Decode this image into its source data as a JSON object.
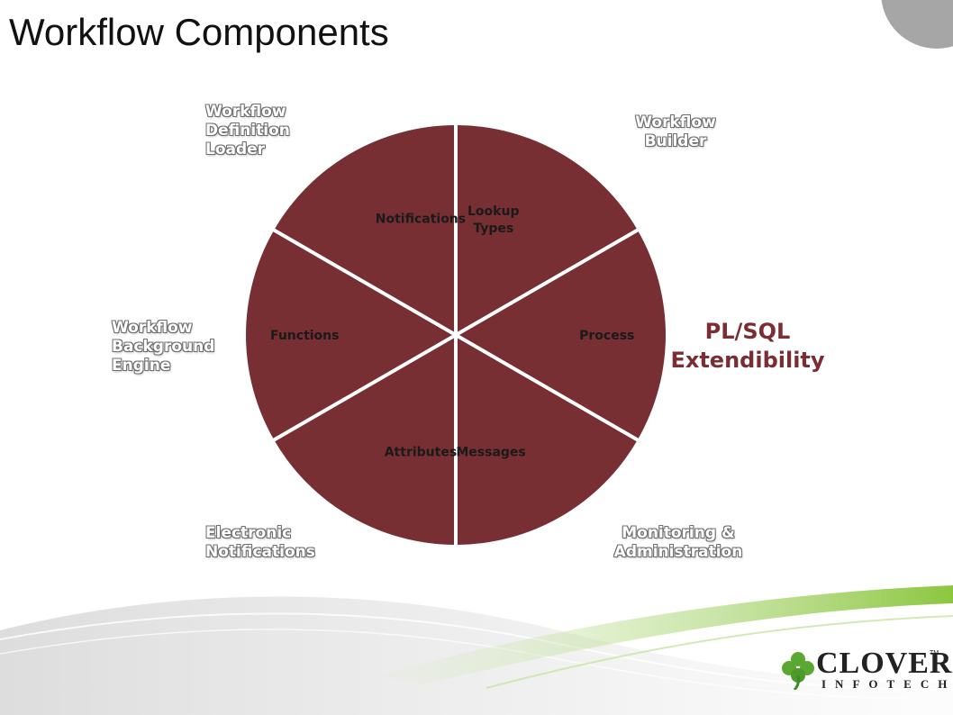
{
  "slide": {
    "title": "Workflow Components"
  },
  "wheel": {
    "segments": [
      {
        "name": "lookup-types",
        "label_lines": [
          "Lookup",
          "Types"
        ]
      },
      {
        "name": "process",
        "label_lines": [
          "Process"
        ]
      },
      {
        "name": "messages",
        "label_lines": [
          "Messages"
        ]
      },
      {
        "name": "attributes",
        "label_lines": [
          "Attributes"
        ]
      },
      {
        "name": "functions",
        "label_lines": [
          "Functions"
        ]
      },
      {
        "name": "notifications",
        "label_lines": [
          "Notifications"
        ]
      }
    ],
    "fill_color": "#772f33",
    "divider_color": "#ffffff"
  },
  "outer_labels": {
    "definition_loader": "Workflow\nDefinition\nLoader",
    "builder": "Workflow\nBuilder",
    "background_engine": "Workflow\nBackground\nEngine",
    "electronic_notifications": "Electronic\nNotifications",
    "monitoring": "Monitoring &\nAdministration",
    "plsql": "PL/SQL\nExtendibility"
  },
  "logo": {
    "name": "CLOVER",
    "sub": "INFOTECH",
    "tm": "TM",
    "icon": "clover-leaf-icon"
  },
  "colors": {
    "accent": "#772f33",
    "highlight_text": "#7a2d33",
    "swoosh_green": "#8cc63f",
    "corner_gray": "#a6a6a6"
  }
}
